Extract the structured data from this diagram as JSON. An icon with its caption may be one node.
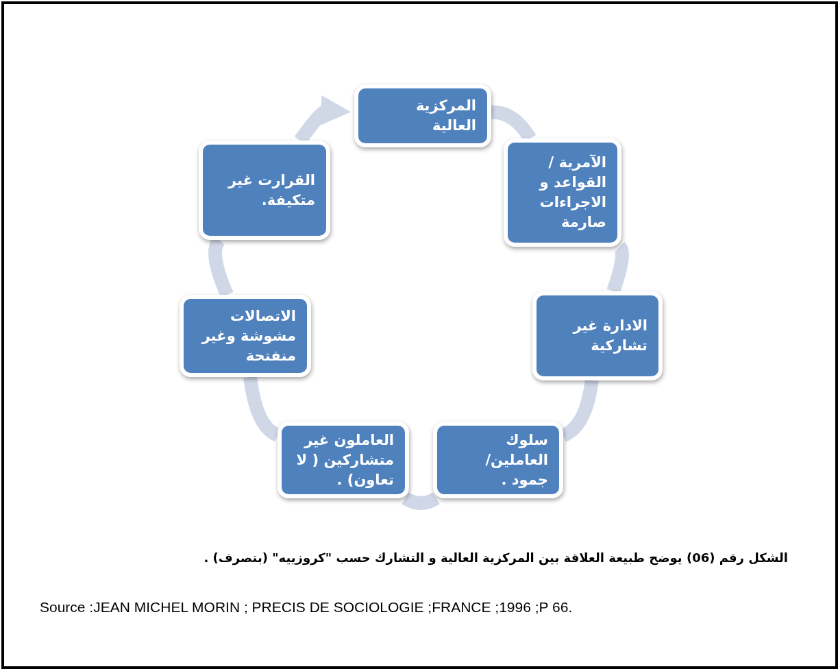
{
  "diagram": {
    "caption": "الشكل رقم (06) يوضح طبيعة العلاقة بين المركزية العالية و التشارك حسب \"كروزييه\" (بتصرف) .",
    "nodes": [
      {
        "text": [
          "المركزية العالية"
        ]
      },
      {
        "text": [
          "الآمرية / القواعد و الاجراءات صارمة"
        ]
      },
      {
        "text": [
          "الادارة غير تشاركية"
        ]
      },
      {
        "text": [
          "سلوك العاملين/ جمود ."
        ]
      },
      {
        "text": [
          "العاملون غير متشاركين ( لا تعاون) ."
        ]
      },
      {
        "text": [
          "الاتصالات مشوشة وغير منفتحة"
        ]
      },
      {
        "text": [
          "القرارت غير متكيفة."
        ]
      }
    ],
    "edges": [
      {
        "from": 0,
        "to": 1,
        "arrow": "none"
      },
      {
        "from": 1,
        "to": 2,
        "arrow": "none"
      },
      {
        "from": 2,
        "to": 3,
        "arrow": "none"
      },
      {
        "from": 3,
        "to": 4,
        "arrow": "none"
      },
      {
        "from": 4,
        "to": 5,
        "arrow": "none"
      },
      {
        "from": 5,
        "to": 6,
        "arrow": "none"
      },
      {
        "from": 6,
        "to": 0,
        "arrow": "to"
      }
    ],
    "labels": [
      "Source :JEAN MICHEL MORIN ; PRECIS DE SOCIOLOGIE ;FRANCE ;1996 ;P 66."
    ]
  }
}
